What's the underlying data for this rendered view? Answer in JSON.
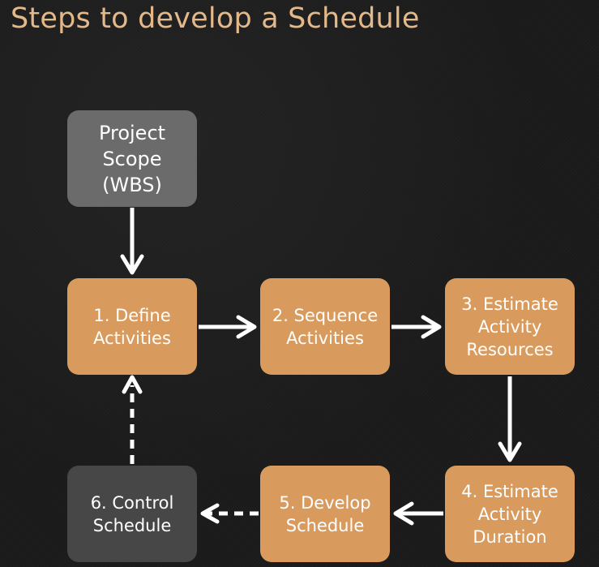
{
  "title": "Steps to develop a Schedule",
  "colors": {
    "title_text": "#e4b98a",
    "process_fill": "#d99b5d",
    "gray_fill": "#6b6b6b",
    "dark_gray_fill": "#474747",
    "node_text": "#ffffff",
    "connector": "#ffffff"
  },
  "nodes": {
    "scope": {
      "label": "Project\nScope\n(WBS)"
    },
    "define": {
      "label": "1. Define\nActivities"
    },
    "sequence": {
      "label": "2. Sequence\nActivities"
    },
    "resources": {
      "label": "3. Estimate\nActivity\nResources"
    },
    "duration": {
      "label": "4. Estimate\nActivity\nDuration"
    },
    "develop": {
      "label": "5. Develop\nSchedule"
    },
    "control": {
      "label": "6. Control\nSchedule"
    }
  },
  "edges": [
    {
      "from": "scope",
      "to": "define",
      "style": "solid"
    },
    {
      "from": "define",
      "to": "sequence",
      "style": "solid"
    },
    {
      "from": "sequence",
      "to": "resources",
      "style": "solid"
    },
    {
      "from": "resources",
      "to": "duration",
      "style": "solid"
    },
    {
      "from": "duration",
      "to": "develop",
      "style": "solid"
    },
    {
      "from": "develop",
      "to": "control",
      "style": "dashed"
    },
    {
      "from": "control",
      "to": "define",
      "style": "dashed"
    }
  ]
}
